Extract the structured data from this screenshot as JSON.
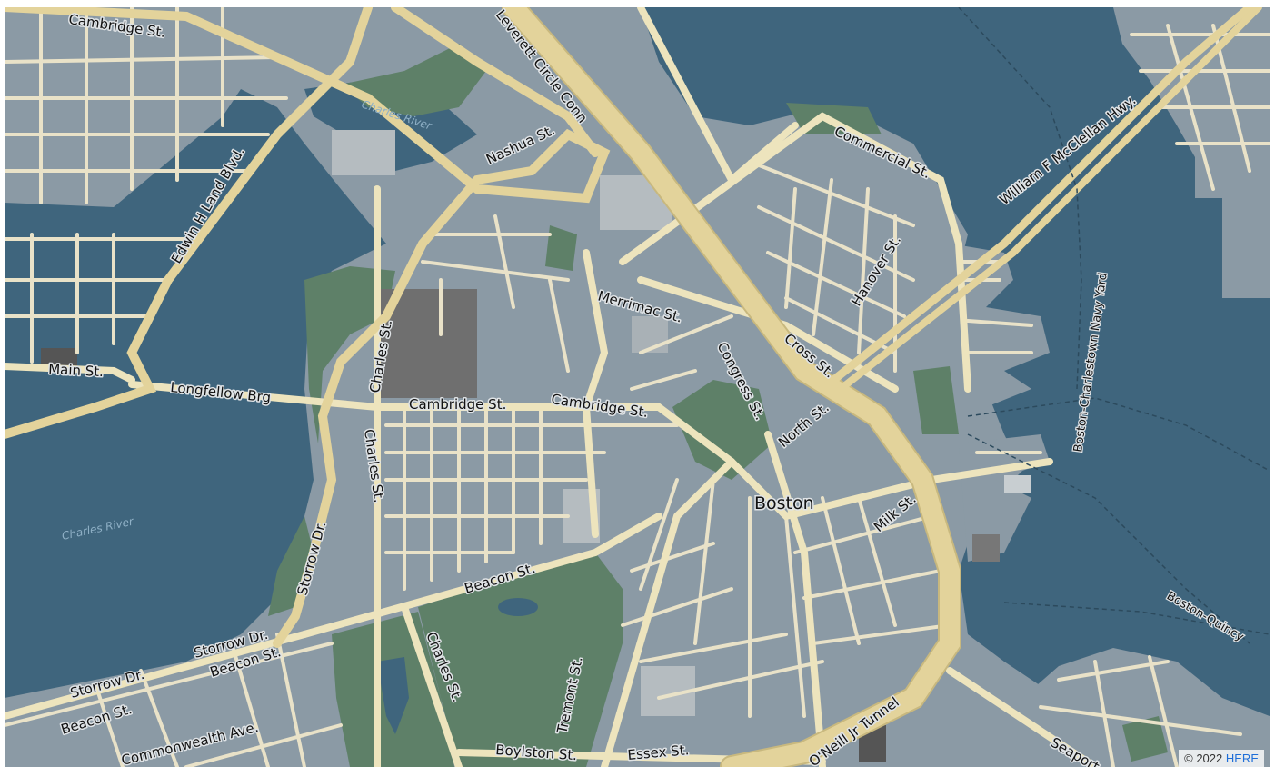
{
  "map": {
    "city_label": "Boston",
    "attribution": {
      "prefix": "© 2022",
      "link": "HERE"
    },
    "colors": {
      "land": "#8b9aa5",
      "water": "#3f657d",
      "park": "#5e8068",
      "minor_road": "#e9e2c8",
      "highway": "#e3d39b",
      "highway_edge": "#c8b87e",
      "building": "#b5bcc0"
    },
    "water_labels": [
      "Charles River",
      "Charles River"
    ],
    "street_labels": {
      "cambridge_st_top": "Cambridge St.",
      "edwin_land": "Edwin H Land Blvd.",
      "main_st": "Main St.",
      "longfellow": "Longfellow Brg",
      "charles_st_1": "Charles St.",
      "charles_st_2": "Charles St.",
      "charles_st_3": "Charles St.",
      "cambridge_st_1": "Cambridge St.",
      "cambridge_st_2": "Cambridge St.",
      "nashua": "Nashua St.",
      "leverett": "Leverett Circle Conn",
      "merrimac": "Merrimac St.",
      "congress": "Congress St.",
      "commercial": "Commercial St.",
      "hanover": "Hanover St.",
      "mcclellan": "William F McClellan Hwy.",
      "cross": "Cross St.",
      "north": "North St.",
      "milk": "Milk St.",
      "storrow_1": "Storrow Dr.",
      "storrow_2": "Storrow Dr.",
      "storrow_3": "Storrow Dr.",
      "beacon_1": "Beacon St.",
      "beacon_2": "Beacon St.",
      "beacon_3": "Beacon St.",
      "commonwealth": "Commonwealth Ave.",
      "tremont": "Tremont St.",
      "boylston": "Boylston St.",
      "essex": "Essex St.",
      "oneill": "O'Neill Jr Tunnel",
      "seaport": "Seaport",
      "navy_yard": "Boston-Charlestown Navy Yard",
      "boston_quincy": "Boston-Quincy"
    }
  }
}
